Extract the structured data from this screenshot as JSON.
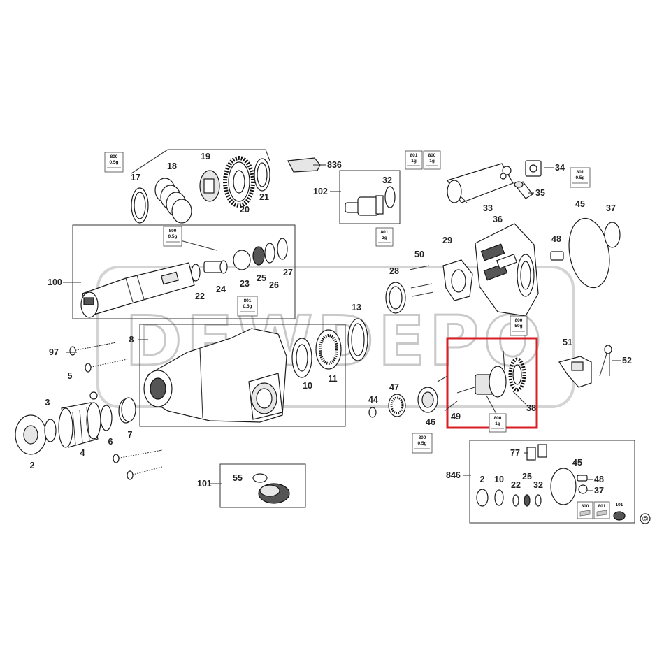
{
  "watermark": "DEWDEPO",
  "copyright_symbol": "©",
  "highlight_color": "#d91f26",
  "callouts": {
    "c2": "2",
    "c3": "3",
    "c4": "4",
    "c5": "5",
    "c6": "6",
    "c7": "7",
    "c8": "8",
    "c10": "10",
    "c11": "11",
    "c13": "13",
    "c17": "17",
    "c18": "18",
    "c19": "19",
    "c20": "20",
    "c21": "21",
    "c22": "22",
    "c23": "23",
    "c24": "24",
    "c25": "25",
    "c26": "26",
    "c27": "27",
    "c28": "28",
    "c29": "29",
    "c32": "32",
    "c33": "33",
    "c34": "34",
    "c35": "35",
    "c36": "36",
    "c37": "37",
    "c38": "38",
    "c44": "44",
    "c45": "45",
    "c46": "46",
    "c47": "47",
    "c48": "48",
    "c49": "49",
    "c50": "50",
    "c51": "51",
    "c52": "52",
    "c55": "55",
    "c77": "77",
    "c97": "97",
    "c100": "100",
    "c101": "101",
    "c102": "102",
    "c836": "836",
    "c846": "846",
    "k2": "2",
    "k10": "10",
    "k22": "22",
    "k25": "25",
    "k32": "32",
    "k45": "45",
    "k48": "48",
    "k37": "37"
  },
  "grease_tags": [
    {
      "code": "800",
      "amount": "0.5g"
    },
    {
      "code": "801",
      "amount": "1g"
    },
    {
      "code": "800",
      "amount": "1g"
    },
    {
      "code": "801",
      "amount": "0.5g"
    },
    {
      "code": "801",
      "amount": "2g"
    },
    {
      "code": "800",
      "amount": "0.5g"
    },
    {
      "code": "801",
      "amount": "0.5g"
    },
    {
      "code": "800",
      "amount": "50g"
    },
    {
      "code": "800",
      "amount": "1g"
    },
    {
      "code": "800",
      "amount": "0.5g"
    },
    {
      "code": "800",
      "amount": ""
    },
    {
      "code": "801",
      "amount": ""
    },
    {
      "code": "101",
      "amount": ""
    }
  ]
}
